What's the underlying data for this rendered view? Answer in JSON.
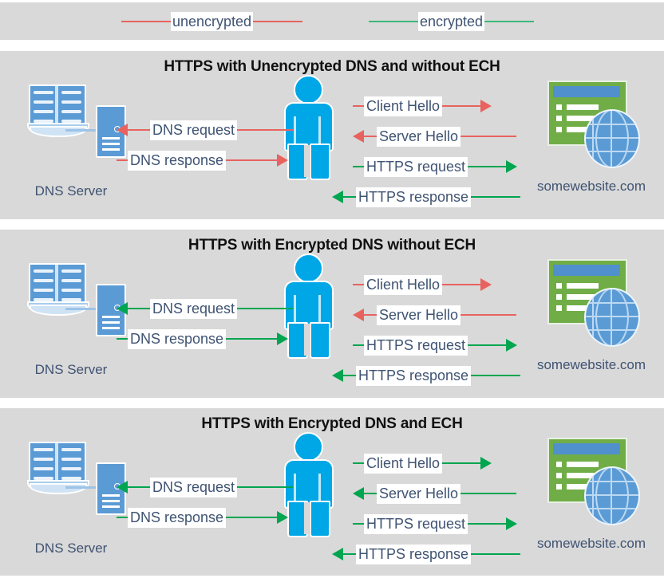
{
  "legend": {
    "items": [
      {
        "name": "unencrypted",
        "label": "unencrypted",
        "color": "#e8635f"
      },
      {
        "name": "encrypted",
        "label": "encrypted",
        "color": "#3cb878"
      }
    ]
  },
  "colors": {
    "unencrypted": "#e8635f",
    "encrypted": "#00a550",
    "panel_background": "#d9d9d9",
    "label_text": "#3f5372",
    "title_text": "#111111",
    "person": "#00a7e6",
    "website_green": "#70ad47",
    "dns_blue": "#5b9bd5"
  },
  "actors": {
    "dns_server_label": "DNS Server",
    "website_label": "somewebsite.com",
    "dns_icon": "book-and-server-icon",
    "website_icon": "browser-window-globe-icon",
    "client_icon": "person-icon"
  },
  "panels": [
    {
      "id": "panel-1",
      "title": "HTTPS with Unencrypted DNS and without ECH",
      "dns_server_label": "DNS Server",
      "website_label": "somewebsite.com",
      "messages": [
        {
          "label": "DNS request",
          "direction": "left",
          "encrypted": false,
          "group": "dns"
        },
        {
          "label": "DNS response",
          "direction": "right",
          "encrypted": false,
          "group": "dns"
        },
        {
          "label": "Client Hello",
          "direction": "right",
          "encrypted": false,
          "group": "web"
        },
        {
          "label": "Server Hello",
          "direction": "left",
          "encrypted": false,
          "group": "web"
        },
        {
          "label": "HTTPS request",
          "direction": "right",
          "encrypted": true,
          "group": "web"
        },
        {
          "label": "HTTPS response",
          "direction": "left",
          "encrypted": true,
          "group": "web"
        }
      ]
    },
    {
      "id": "panel-2",
      "title": "HTTPS with Encrypted DNS without ECH",
      "dns_server_label": "DNS Server",
      "website_label": "somewebsite.com",
      "messages": [
        {
          "label": "DNS request",
          "direction": "left",
          "encrypted": true,
          "group": "dns"
        },
        {
          "label": "DNS response",
          "direction": "right",
          "encrypted": true,
          "group": "dns"
        },
        {
          "label": "Client Hello",
          "direction": "right",
          "encrypted": false,
          "group": "web"
        },
        {
          "label": "Server Hello",
          "direction": "left",
          "encrypted": false,
          "group": "web"
        },
        {
          "label": "HTTPS request",
          "direction": "right",
          "encrypted": true,
          "group": "web"
        },
        {
          "label": "HTTPS response",
          "direction": "left",
          "encrypted": true,
          "group": "web"
        }
      ]
    },
    {
      "id": "panel-3",
      "title": "HTTPS with Encrypted DNS and ECH",
      "dns_server_label": "DNS Server",
      "website_label": "somewebsite.com",
      "messages": [
        {
          "label": "DNS request",
          "direction": "left",
          "encrypted": true,
          "group": "dns"
        },
        {
          "label": "DNS response",
          "direction": "right",
          "encrypted": true,
          "group": "dns"
        },
        {
          "label": "Client Hello",
          "direction": "right",
          "encrypted": true,
          "group": "web"
        },
        {
          "label": "Server Hello",
          "direction": "left",
          "encrypted": true,
          "group": "web"
        },
        {
          "label": "HTTPS request",
          "direction": "right",
          "encrypted": true,
          "group": "web"
        },
        {
          "label": "HTTPS response",
          "direction": "left",
          "encrypted": true,
          "group": "web"
        }
      ]
    }
  ]
}
